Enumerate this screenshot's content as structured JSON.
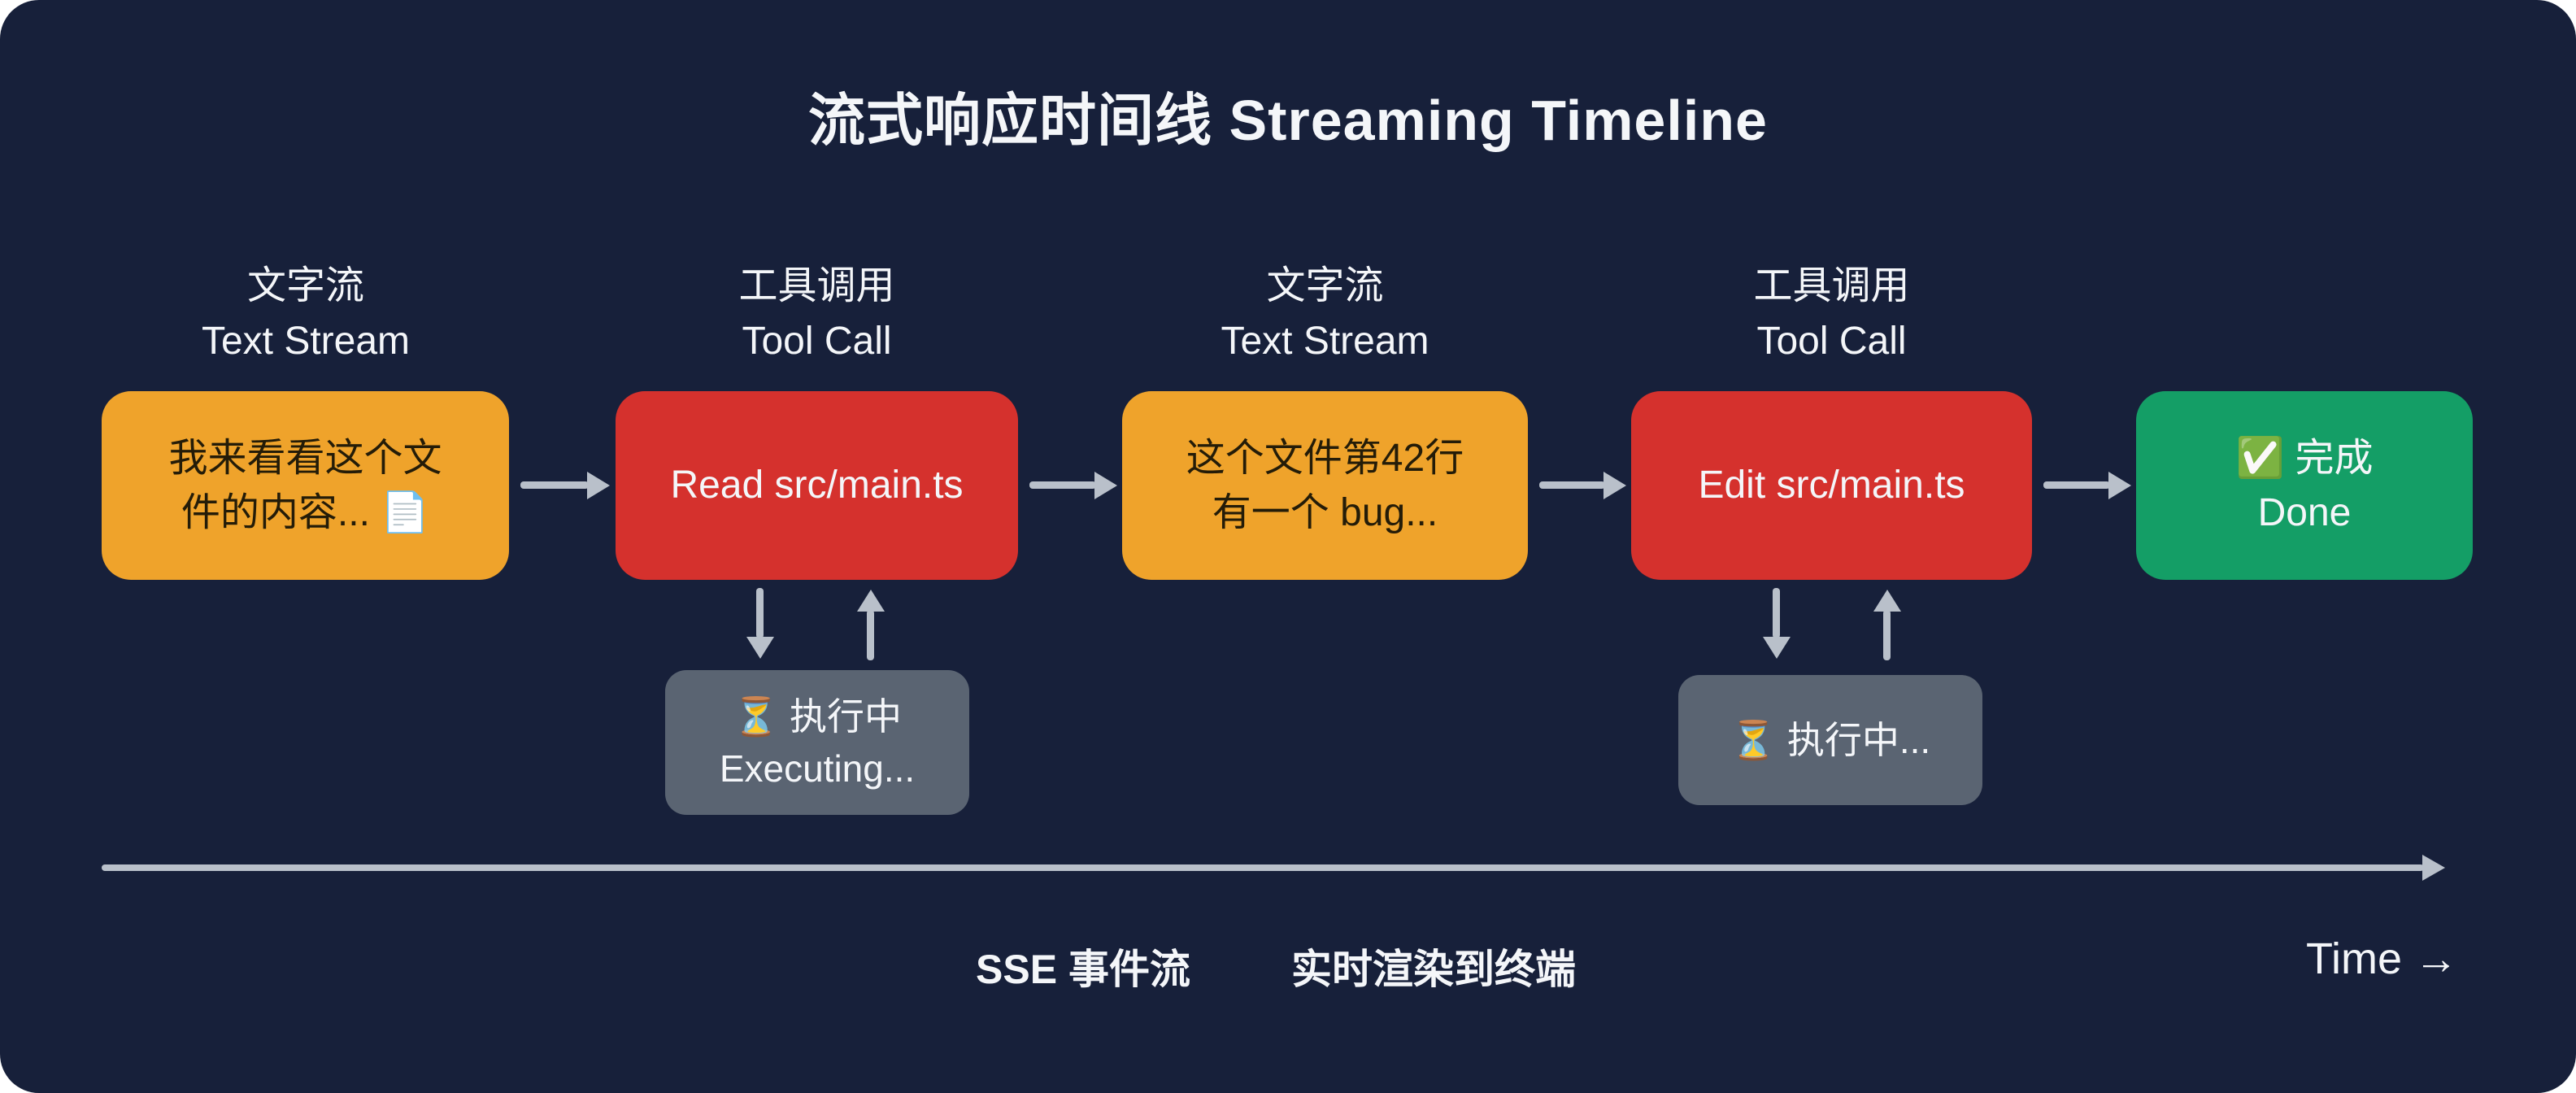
{
  "title": "流式响应时间线 Streaming Timeline",
  "colors": {
    "bg": "#17203a",
    "orange": "#efa32b",
    "red": "#d5312d",
    "green": "#149e66",
    "gray": "#5a6472",
    "arrow": "#b9c0ca",
    "dark_text": "#241c08",
    "light_text": "#f4f6f9"
  },
  "steps": [
    {
      "type": "text-stream",
      "label": "文字流\nText Stream",
      "content": "我来看看这个文\n件的内容... 📄"
    },
    {
      "type": "tool-call",
      "label": "工具调用\nTool Call",
      "content": "Read src/main.ts",
      "status": "⏳ 执行中\nExecuting..."
    },
    {
      "type": "text-stream",
      "label": "文字流\nText Stream",
      "content": "这个文件第42行\n有一个 bug..."
    },
    {
      "type": "tool-call",
      "label": "工具调用\nTool Call",
      "content": "Edit src/main.ts",
      "status": "⏳ 执行中..."
    },
    {
      "type": "done",
      "label": "",
      "content": "✅ 完成\nDone"
    }
  ],
  "axis": {
    "label_sse": "SSE 事件流",
    "label_render": "实时渲染到终端",
    "label_time": "Time →"
  }
}
